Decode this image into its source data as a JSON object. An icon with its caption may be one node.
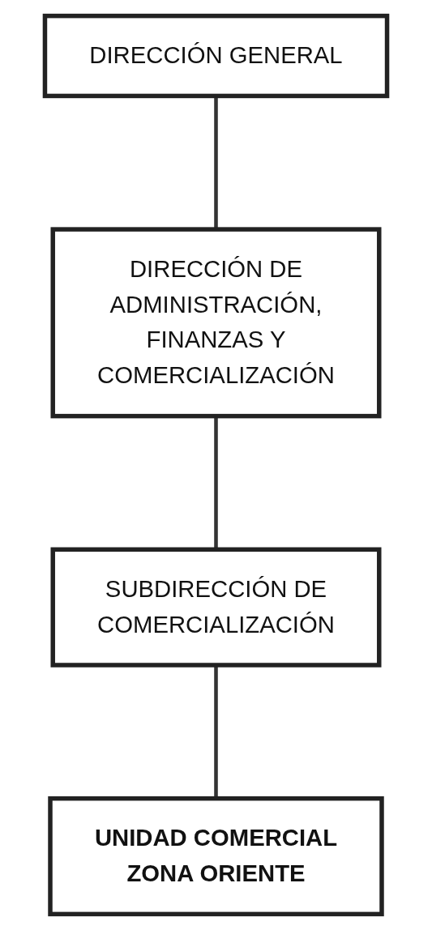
{
  "diagram": {
    "nodes": [
      {
        "text": [
          "DIRECCIÓN GENERAL"
        ]
      },
      {
        "text": [
          "DIRECCIÓN DE ADMINISTRACIÓN, FINANZAS Y COMERCIALIZACIÓN"
        ]
      },
      {
        "text": [
          "SUBDIRECCIÓN DE COMERCIALIZACIÓN"
        ]
      },
      {
        "text": [
          "UNIDAD COMERCIAL ZONA ORIENTE"
        ]
      }
    ],
    "edges": [
      {
        "from": 0,
        "to": 1,
        "arrow": "none"
      },
      {
        "from": 1,
        "to": 2,
        "arrow": "none"
      },
      {
        "from": 2,
        "to": 3,
        "arrow": "none"
      }
    ]
  }
}
